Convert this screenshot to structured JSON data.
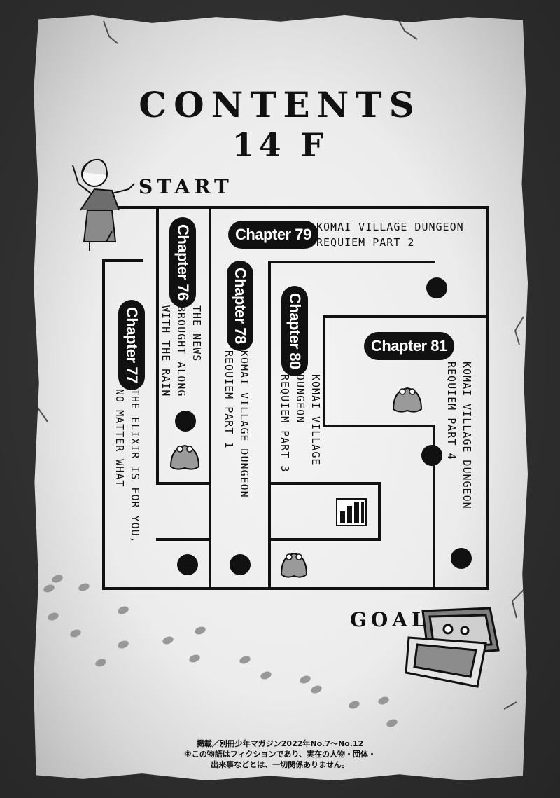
{
  "header": {
    "title": "CONTENTS",
    "floor": "14 F"
  },
  "maze": {
    "start_label": "START",
    "goal_label": "GOAL"
  },
  "chapters": [
    {
      "badge": "Chapter 79",
      "title_lines": [
        "KOMAI VILLAGE DUNGEON",
        "REQUIEM PART 2"
      ]
    },
    {
      "badge": "Chapter 76",
      "title_lines": [
        "THE NEWS",
        "BROUGHT ALONG",
        "WITH THE RAIN"
      ]
    },
    {
      "badge": "Chapter 78",
      "title_lines": [
        "KOMAI VILLAGE DUNGEON",
        "REQUIEM PART 1"
      ]
    },
    {
      "badge": "Chapter 80",
      "title_lines": [
        "KOMAI VILLAGE",
        "DUNGEON",
        "REQUIEM PART 3"
      ]
    },
    {
      "badge": "Chapter 81",
      "title_lines": [
        "KOMAI VILLAGE DUNGEON",
        "REQUIEM PART 4"
      ]
    },
    {
      "badge": "Chapter 77",
      "title_lines": [
        "THE ELIXIR IS FOR YOU,",
        "NO MATTER WHAT"
      ]
    }
  ],
  "credits": {
    "line1": "掲載／別冊少年マガジン2022年No.7～No.12",
    "line2": "※この物語はフィクションであり、実在の人物・団体・",
    "line3": "出来事などとは、一切関係ありません。"
  },
  "colors": {
    "ink": "#111111",
    "paper": "#ececec",
    "background": "#2c2c2c"
  }
}
